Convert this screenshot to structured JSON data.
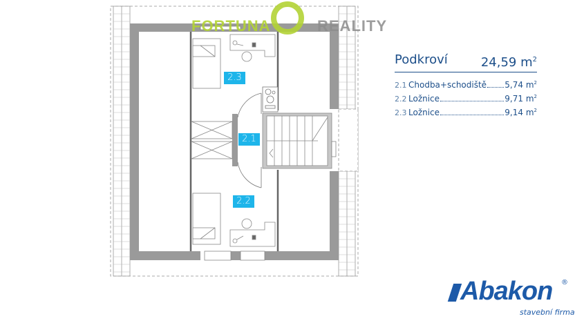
{
  "watermark": {
    "left_text": "FORTUNA",
    "right_text": "REALITY",
    "accent_color": "#b3d335",
    "secondary_color": "#8c8c8c",
    "icon": "house-circle-logo"
  },
  "legend": {
    "floor_name": "Podkroví",
    "floor_area": "24,59 m",
    "floor_area_unit_sup": "2",
    "rooms": [
      {
        "number": "2.1",
        "name": "Chodba+schodiště",
        "area": "5,74 m",
        "sup": "2"
      },
      {
        "number": "2.2",
        "name": "Ložnice",
        "area": "9,71 m",
        "sup": "2"
      },
      {
        "number": "2.3",
        "name": "Ložnice",
        "area": "9,14 m",
        "sup": "2"
      }
    ],
    "color": "#1d4f8a"
  },
  "plan": {
    "room_labels": [
      {
        "id": "2.3",
        "text": "2.3"
      },
      {
        "id": "2.1",
        "text": "2.1"
      },
      {
        "id": "2.2",
        "text": "2.2"
      }
    ],
    "label_color": "#1eb5ea",
    "wall_color": "#9a9a9a"
  },
  "brand": {
    "name": "Abakon",
    "registered": "®",
    "tagline": "stavební firma",
    "color": "#1d5aa8"
  }
}
